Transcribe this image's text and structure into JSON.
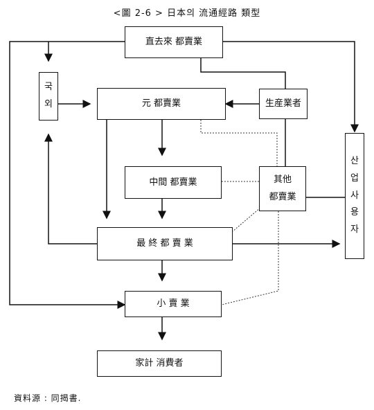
{
  "title": "<圖 2-6 >  日本의  流通經路  類型",
  "source": "資料源  :  同揭書.",
  "nodes": {
    "direct_wholesale": "直去來  都賣業",
    "export_import": [
      "국",
      "외"
    ],
    "primary_wholesale": "元  都賣業",
    "producer": "生産業者",
    "industrial_user": [
      "산",
      "업",
      "사",
      "용",
      "자"
    ],
    "intermediate_wholesale": "中間  都賣業",
    "other_wholesale": [
      "其他",
      "都賣業"
    ],
    "final_wholesale": "最 終   都 賣 業",
    "retail": "小 賣 業",
    "household_consumer": "家計    消費者"
  },
  "colors": {
    "line": "#111111",
    "dotted": "#333333"
  }
}
